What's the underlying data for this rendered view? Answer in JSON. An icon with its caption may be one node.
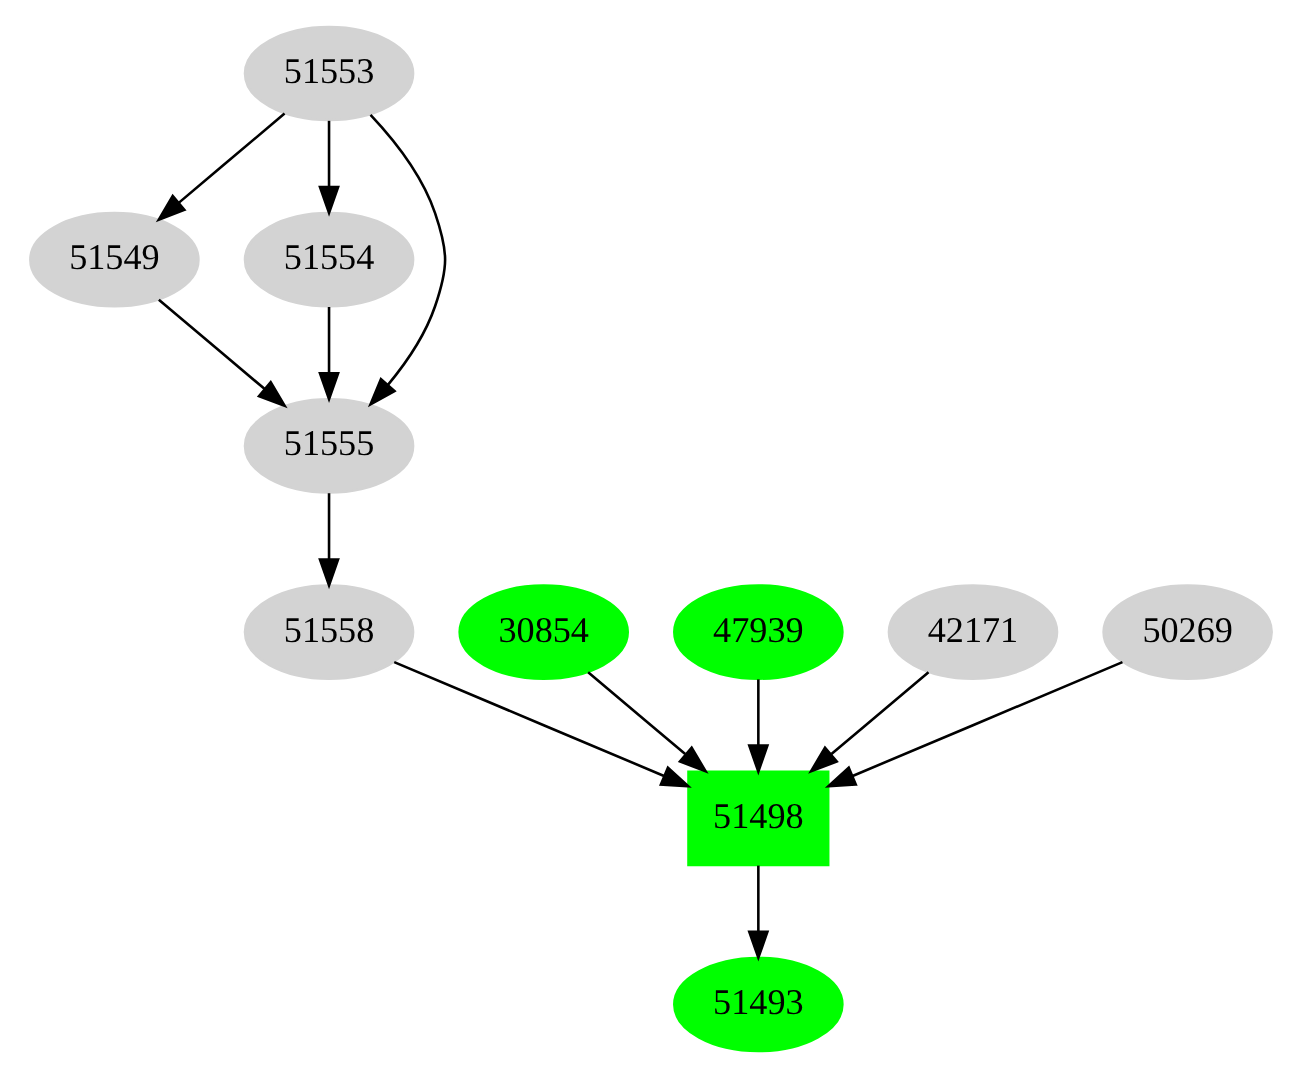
{
  "diagram": {
    "nodes": [
      {
        "text": [
          "51553"
        ]
      },
      {
        "text": [
          "51549"
        ]
      },
      {
        "text": [
          "51554"
        ]
      },
      {
        "text": [
          "51555"
        ]
      },
      {
        "text": [
          "30854"
        ]
      },
      {
        "text": [
          "47939"
        ]
      },
      {
        "text": [
          "42171"
        ]
      },
      {
        "text": [
          "50269"
        ]
      },
      {
        "text": [
          "51558"
        ]
      },
      {
        "text": [
          "51498"
        ]
      },
      {
        "text": [
          "51493"
        ]
      }
    ],
    "edges": [
      {
        "from": 0,
        "to": 1,
        "arrow": "to"
      },
      {
        "from": 0,
        "to": 2,
        "arrow": "to"
      },
      {
        "from": 0,
        "to": 3,
        "arrow": "to"
      },
      {
        "from": 1,
        "to": 3,
        "arrow": "to"
      },
      {
        "from": 2,
        "to": 3,
        "arrow": "to"
      },
      {
        "from": 3,
        "to": 8,
        "arrow": "to"
      },
      {
        "from": 4,
        "to": 9,
        "arrow": "to"
      },
      {
        "from": 5,
        "to": 9,
        "arrow": "to"
      },
      {
        "from": 6,
        "to": 9,
        "arrow": "to"
      },
      {
        "from": 7,
        "to": 9,
        "arrow": "to"
      },
      {
        "from": 8,
        "to": 9,
        "arrow": "to"
      },
      {
        "from": 9,
        "to": 10,
        "arrow": "to"
      }
    ]
  }
}
